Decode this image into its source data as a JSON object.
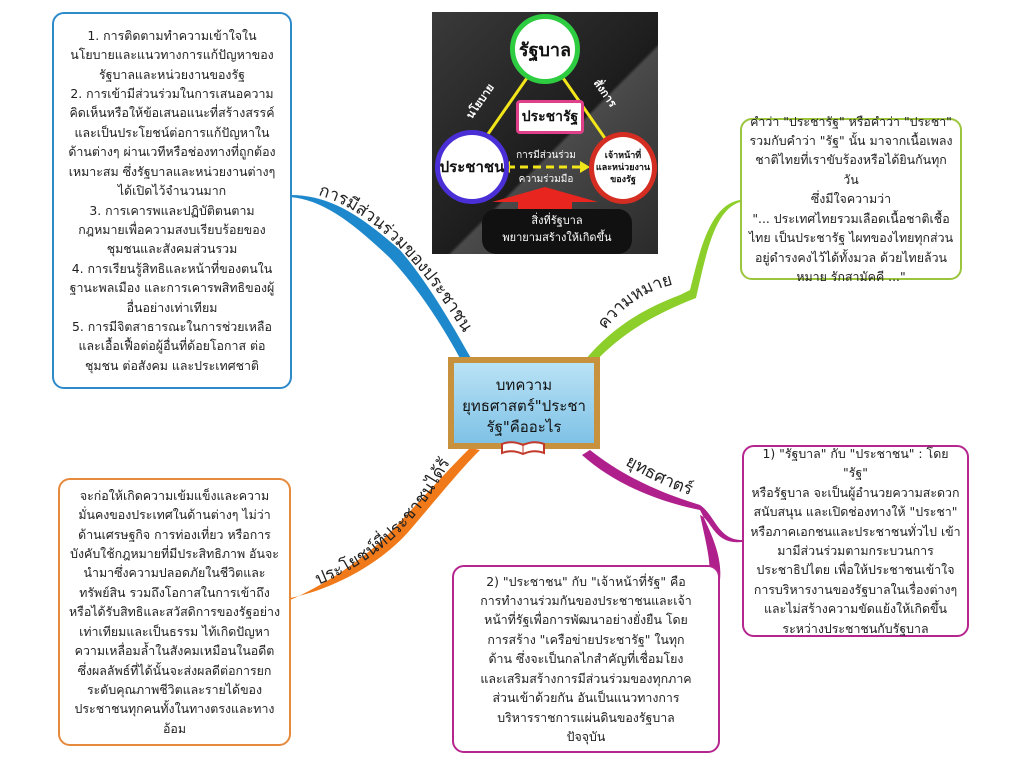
{
  "center": {
    "title": "บทความ\nยุทธศาสตร์\"ประชา\nรัฐ\"คืออะไร"
  },
  "branches": {
    "participation": "การมีส่วนร่วมของประชาชน",
    "benefits": "ประโยชน์ที่ประชาชนได้รับ",
    "meaning": "ความหมาย",
    "strategy": "ยุทธศาตร์"
  },
  "boxes": {
    "participation": "1. การติดตามทำความเข้าใจใน\nนโยบายและแนวทางการแก้ปัญหาของ\nรัฐบาลและหน่วยงานของรัฐ\n2. การเข้ามีส่วนร่วมในการเสนอความ\nคิดเห็นหรือให้ข้อเสนอแนะที่สร้างสรรค์\nและเป็นประโยชน์ต่อการแก้ปัญหาใน\nด้านต่างๆ ผ่านเวทีหรือช่องทางที่ถูกต้อง\nเหมาะสม ซึ่งรัฐบาลและหน่วยงานต่างๆ\nได้เปิดไว้จำนวนมาก\n3. การเคารพและปฏิบัติตนตาม\nกฎหมายเพื่อความสงบเรียบร้อยของ\nชุมชนและสังคมส่วนรวม\n4. การเรียนรู้สิทธิและหน้าที่ของตนใน\nฐานะพลเมือง และการเคารพสิทธิของผู้\nอื่นอย่างเท่าเทียม\n5. การมีจิตสาธารณะในการช่วยเหลือ\nและเอื้อเฟื้อต่อผู้อื่นที่ด้อยโอกาส ต่อ\nชุมชน ต่อสังคม และประเทศชาติ",
    "meaning": "คำว่า \"ประชารัฐ\" หรือคำว่า \"ประชา\"\nรวมกับคำว่า \"รัฐ\" นั้น มาจากเนื้อเพลง\nชาติไทยที่เราขับร้องหรือได้ยินกันทุกวัน\nซึ่งมีใจความว่า\n\"... ประเทศไทยรวมเลือดเนื้อชาติเชื้อ\nไทย เป็นประชารัฐ ไผทของไทยทุกส่วน\nอยู่ดำรงคงไว้ได้ทั้งมวล ด้วยไทยล้วน\nหมาย รักสามัคคี ...\"",
    "strategy1": "1) \"รัฐบาล\" กับ \"ประชาชน\" : โดย \"รัฐ\"\nหรือรัฐบาล จะเป็นผู้อำนวยความสะดวก\nสนับสนุน และเปิดช่องทางให้ \"ประชา\"\nหรือภาคเอกชนและประชาชนทั่วไป เข้า\nมามีส่วนร่วมตามกระบวนการ\nประชาธิปไตย เพื่อให้ประชาชนเข้าใจ\nการบริหารงานของรัฐบาลในเรื่องต่างๆ\nและไม่สร้างความขัดแย้งให้เกิดขึ้น\nระหว่างประชาชนกับรัฐบาล",
    "strategy2": "2) \"ประชาชน\" กับ \"เจ้าหน้าที่รัฐ\" คือ\nการทำงานร่วมกันของประชาชนและเจ้า\nหน้าที่รัฐเพื่อการพัฒนาอย่างยั่งยืน โดย\nการสร้าง \"เครือข่ายประชารัฐ\" ในทุก\nด้าน ซึ่งจะเป็นกลไกสำคัญที่เชื่อมโยง\nและเสริมสร้างการมีส่วนร่วมของทุกภาค\nส่วนเข้าด้วยกัน อันเป็นแนวทางการ\nบริหารราชการแผ่นดินของรัฐบาล\nปัจจุบัน",
    "benefits": "จะก่อให้เกิดความเข้มแข็งและความ\nมั่นคงของประเทศในด้านต่างๆ ไม่ว่า\nด้านเศรษฐกิจ การท่องเที่ยว หรือการ\nบังคับใช้กฎหมายที่มีประสิทธิภาพ อันจะ\nนำมาซึ่งความปลอดภัยในชีวิตและ\nทรัพย์สิน รวมถึงโอกาสในการเข้าถึง\nหรือได้รับสิทธิและสวัสดิการของรัฐอย่าง\nเท่าเทียมและเป็นธรรม ไท้เกิดปัญหา\nความเหลื่อมล้ำในสังคมเหมือนในอดีต\nซึ่งผลลัพธ์ที่ได้นั้นจะส่งผลดีต่อการยก\nระดับคุณภาพชีวิตและรายได้ของ\nประชาชนทุกคนทั้งในทางตรงและทาง\nอ้อม"
  },
  "illustration": {
    "government": "รัฐบาล",
    "people": "ประชาชน",
    "officials": "เจ้าหน้าที่\nและหน่วยงาน\nของรัฐ",
    "center": "ประชารัฐ",
    "policy": "นโยบาย",
    "command": "สั่งการ",
    "participation": "การมีส่วนร่วม",
    "cooperation": "ความร่วมมือ",
    "goal": "สิ่งที่รัฐบาล\nพยายามสร้างให้เกิดขึ้น"
  },
  "colors": {
    "blue": "#1e88cc",
    "orange": "#f07a1a",
    "green": "#8ccf2a",
    "magenta": "#b0208c"
  }
}
